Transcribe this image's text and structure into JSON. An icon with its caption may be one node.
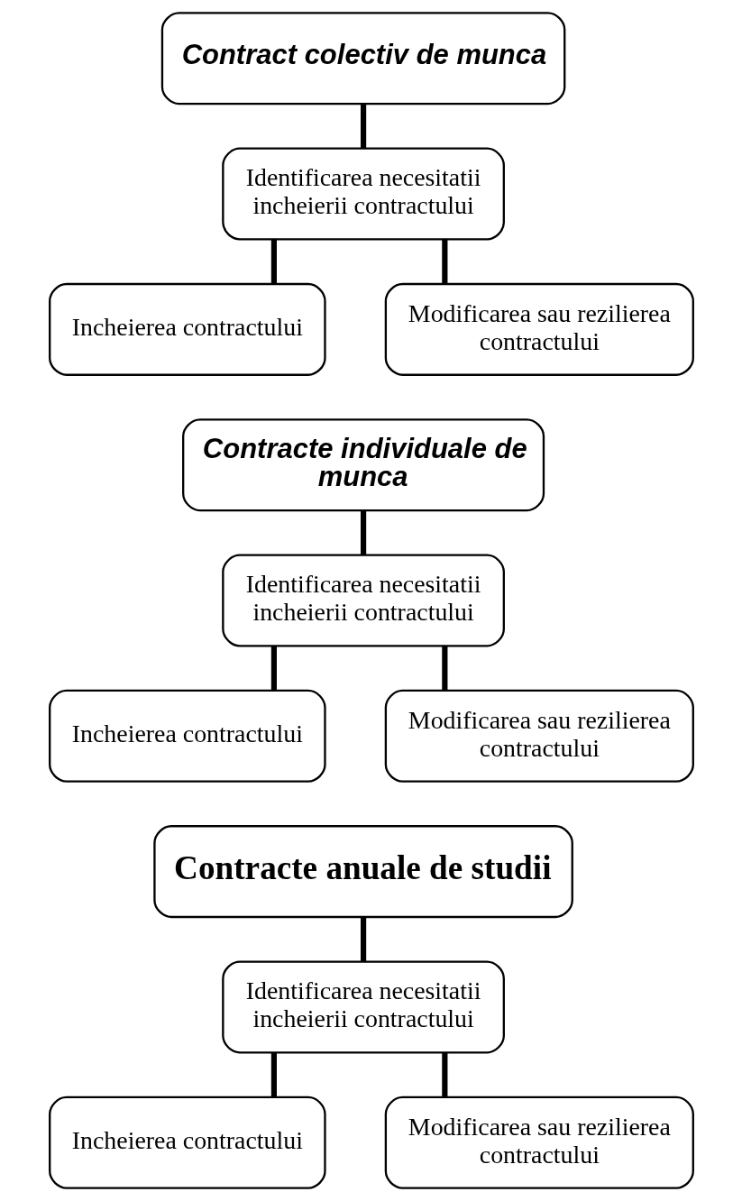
{
  "diagram": {
    "nodes": [
      {
        "text": [
          "Contract colectiv de munca"
        ]
      },
      {
        "text": [
          "Identificarea necesitatii incheierii contractului"
        ]
      },
      {
        "text": [
          "Incheierea contractului"
        ]
      },
      {
        "text": [
          "Modificarea sau rezilierea contractului"
        ]
      },
      {
        "text": [
          "Contracte individuale de munca"
        ]
      },
      {
        "text": [
          "Identificarea necesitatii incheierii contractului"
        ]
      },
      {
        "text": [
          "Incheierea contractului"
        ]
      },
      {
        "text": [
          "Modificarea sau rezilierea contractului"
        ]
      },
      {
        "text": [
          "Contracte anuale de studii"
        ]
      },
      {
        "text": [
          "Identificarea necesitatii incheierii contractului"
        ]
      },
      {
        "text": [
          "Incheierea contractului"
        ]
      },
      {
        "text": [
          "Modificarea sau rezilierea contractului"
        ]
      }
    ],
    "edges": [
      {
        "from": 0,
        "to": 1,
        "arrow": "none"
      },
      {
        "from": 1,
        "to": 2,
        "arrow": "none"
      },
      {
        "from": 1,
        "to": 3,
        "arrow": "none"
      },
      {
        "from": 4,
        "to": 5,
        "arrow": "none"
      },
      {
        "from": 5,
        "to": 6,
        "arrow": "none"
      },
      {
        "from": 5,
        "to": 7,
        "arrow": "none"
      },
      {
        "from": 8,
        "to": 9,
        "arrow": "none"
      },
      {
        "from": 9,
        "to": 10,
        "arrow": "none"
      },
      {
        "from": 9,
        "to": 11,
        "arrow": "none"
      }
    ]
  }
}
